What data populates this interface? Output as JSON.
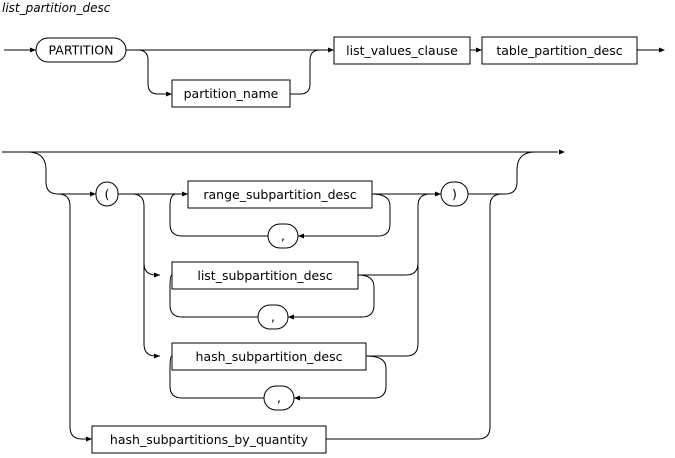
{
  "diagram": {
    "title": "list_partition_desc",
    "keywords": {
      "partition": "PARTITION",
      "open_paren": "(",
      "close_paren": ")",
      "comma": ","
    },
    "nonterminals": {
      "partition_name": "partition_name",
      "list_values_clause": "list_values_clause",
      "table_partition_desc": "table_partition_desc",
      "range_subpartition_desc": "range_subpartition_desc",
      "list_subpartition_desc": "list_subpartition_desc",
      "hash_subpartition_desc": "hash_subpartition_desc",
      "hash_subpartitions_by_quantity": "hash_subpartitions_by_quantity"
    }
  }
}
